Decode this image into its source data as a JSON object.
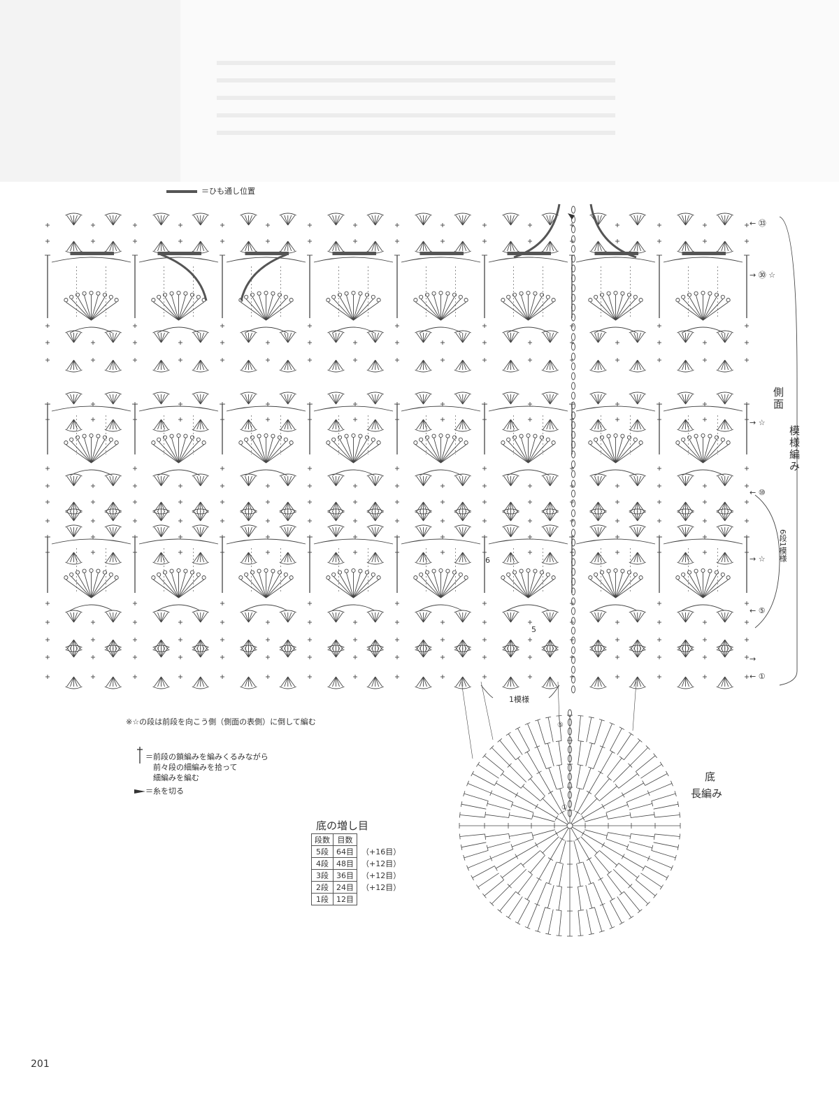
{
  "legend": {
    "cord_label": "＝ひも通し位置"
  },
  "row_markers": [
    {
      "text": "← ㉝",
      "row": 33
    },
    {
      "text": "→ ㉚ ☆",
      "row": 30
    },
    {
      "text": "→ ☆",
      "row": 0
    },
    {
      "text": "← ⑩",
      "row": 10
    },
    {
      "text": "→ ☆",
      "row": 0
    },
    {
      "text": "← ⑤",
      "row": 5
    },
    {
      "text": "→",
      "row": 0
    },
    {
      "text": "← ①",
      "row": 1
    }
  ],
  "side_labels": {
    "side": "側面",
    "pattern": "模様編み",
    "repeat_rows": "6段1模様",
    "one_repeat": "1模様",
    "inner_num_6": "6",
    "inner_num_5": "5"
  },
  "notes": {
    "star_note": "※☆の段は前段を向こう側（側面の表側）に倒して編む",
    "symbol_note_line1": "＝前段の鎖編みを編みくるみながら",
    "symbol_note_line2": "前々段の細編みを拾って",
    "symbol_note_line3": "細編みを編む",
    "cut_note": "＝糸を切る"
  },
  "increase_table": {
    "title": "底の増し目",
    "headers": [
      "段数",
      "目数"
    ],
    "rows": [
      {
        "round": "5段",
        "stitches": "64目",
        "increase": "（+16目）"
      },
      {
        "round": "4段",
        "stitches": "48目",
        "increase": "（+12目）"
      },
      {
        "round": "3段",
        "stitches": "36目",
        "increase": "（+12目）"
      },
      {
        "round": "2段",
        "stitches": "24目",
        "increase": "（+12目）"
      },
      {
        "round": "1段",
        "stitches": "12目",
        "increase": ""
      }
    ]
  },
  "bottom_chart": {
    "label_bottom": "底",
    "label_stitch": "長編み",
    "round_marker_inner": "①",
    "round_marker_outer": "⑤"
  },
  "page_number": "201"
}
